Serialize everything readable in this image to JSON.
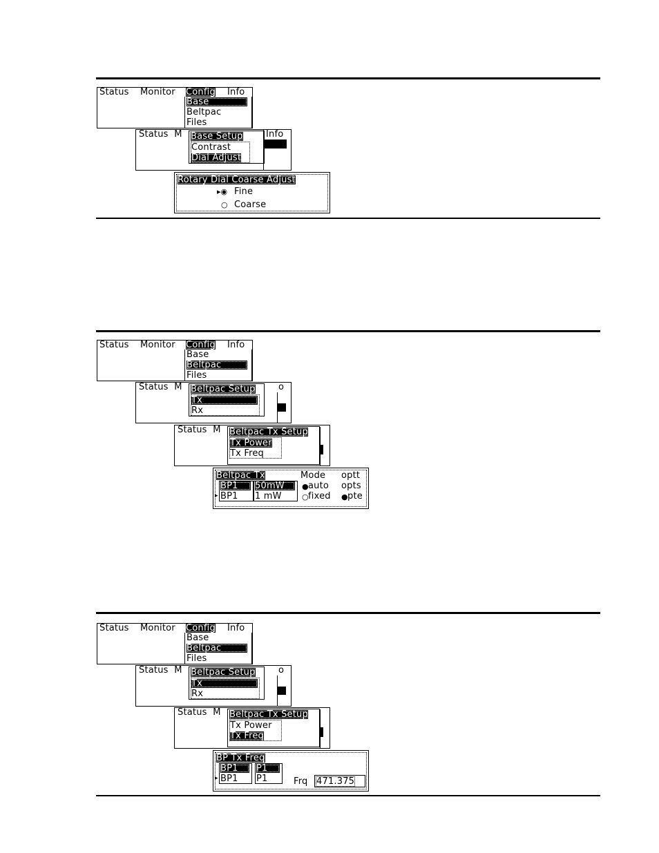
{
  "menubar": {
    "status": "Status",
    "monitor": "Monitor",
    "config": "Config",
    "info": "Info",
    "status_m": "Status  M"
  },
  "config_menu": {
    "base": "Base",
    "beltpac": "Beltpac",
    "files": "Files"
  },
  "fig1": {
    "base_setup": {
      "title": "Base Setup",
      "contrast": "Contrast",
      "dial_adjust": "Dial Adjust"
    },
    "info_partial": "Info",
    "dial_dialog": {
      "title": "Rotary Dial Coarse Adjust",
      "fine": "Fine",
      "coarse": "Coarse"
    }
  },
  "fig2": {
    "beltpac_setup": {
      "title": "Beltpac Setup",
      "tx": "Tx",
      "rx": "Rx"
    },
    "partial_o": "o",
    "tx_setup": {
      "title": "Beltpac Tx Setup",
      "tx_power": "Tx Power",
      "tx_freq": "Tx Freq"
    },
    "tx_dialog": {
      "title": "Beltpac Tx",
      "mode": "Mode",
      "optt": "optt",
      "opts": "opts",
      "pte": "pte",
      "auto": "auto",
      "fixed": "fixed",
      "row1_bp": "BP1",
      "row1_power": "50mW",
      "row2_bp": "BP1",
      "row2_power": "1 mW"
    }
  },
  "fig3": {
    "freq_dialog": {
      "title": "BP Tx Freq",
      "row1_bp": "BP1",
      "row1_p": "P1",
      "row2_bp": "BP1",
      "row2_p": "P1",
      "frq_label": "Frq",
      "frq_value": "471.375"
    }
  }
}
